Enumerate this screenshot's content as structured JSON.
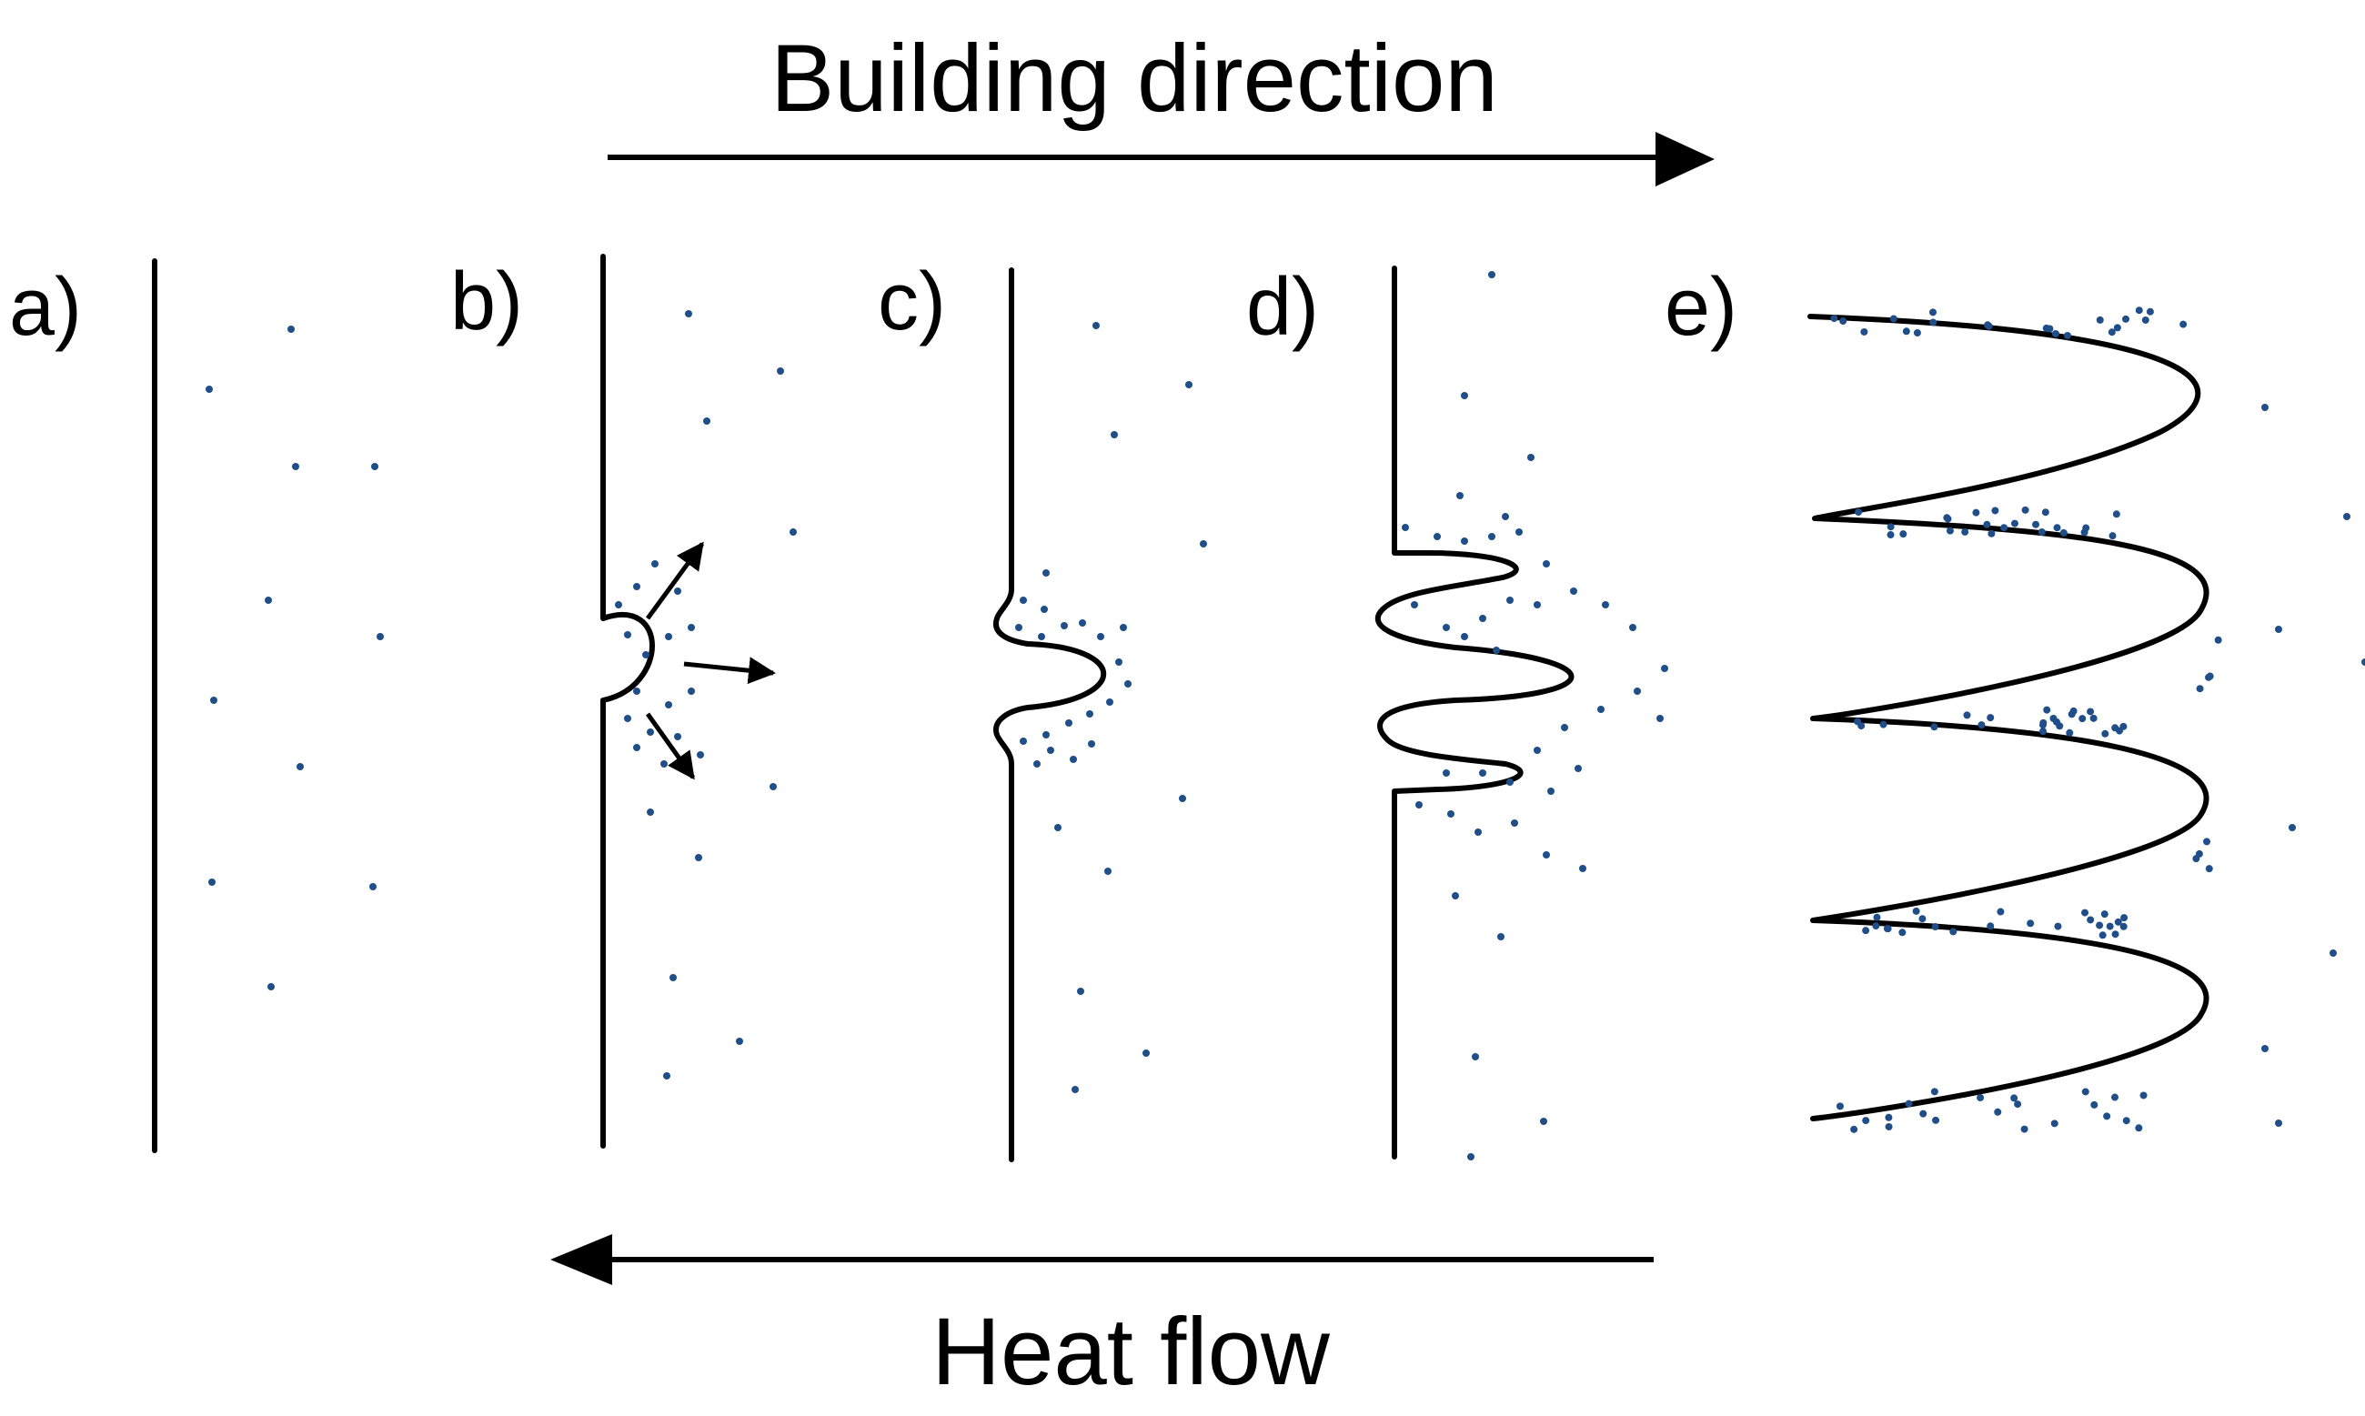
{
  "arrows": {
    "top_label": "Building direction",
    "bottom_label": "Heat flow"
  },
  "panels": [
    {
      "label": "a)"
    },
    {
      "label": "b)"
    },
    {
      "label": "c)"
    },
    {
      "label": "d)"
    },
    {
      "label": "e)"
    }
  ],
  "colors": {
    "line": "#000000",
    "solute_dots": "#1f4e89",
    "background": "#ffffff"
  }
}
